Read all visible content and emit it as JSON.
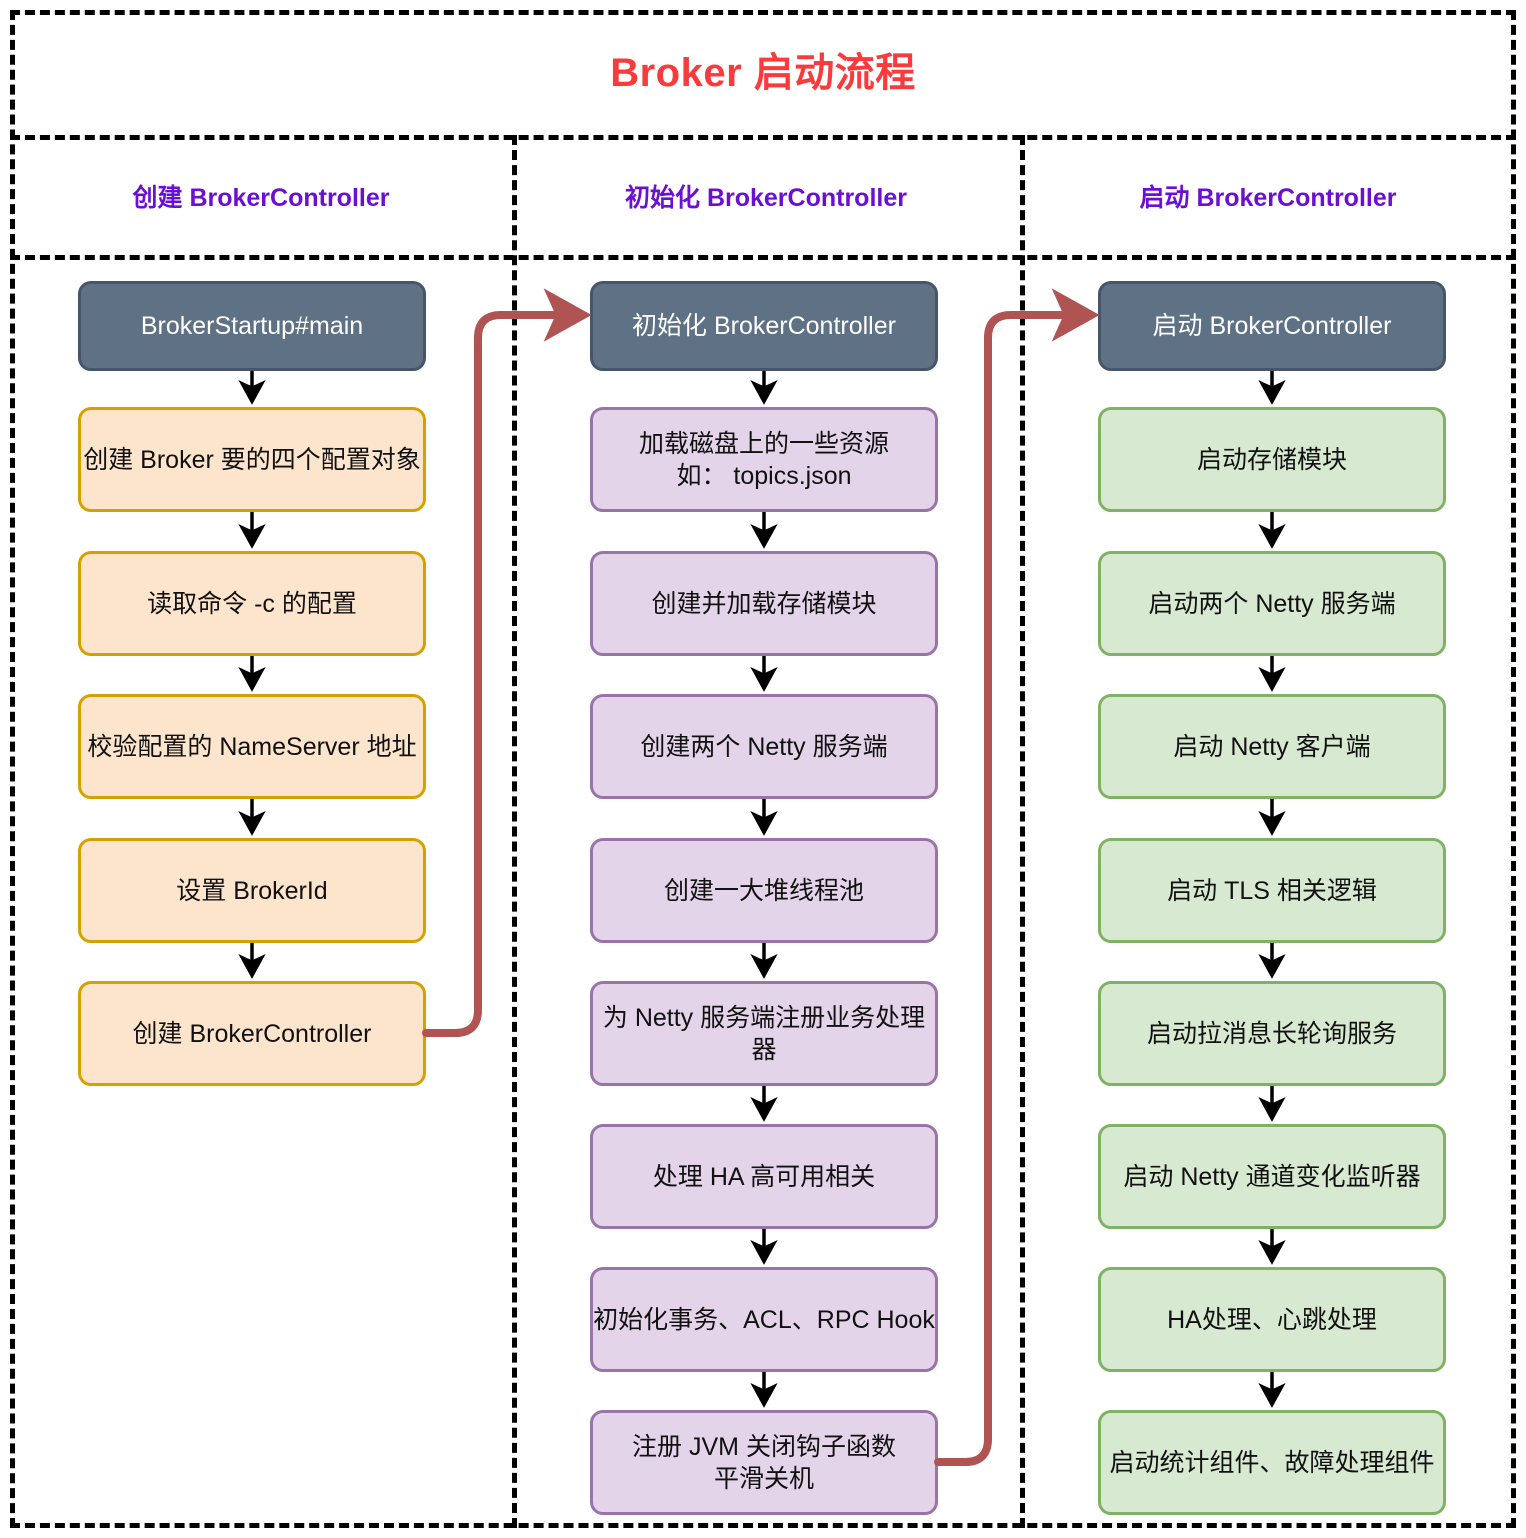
{
  "diagram": {
    "title": "Broker 启动流程",
    "title_color": "#FB3B3B",
    "lane_label_color": "#6C0FD4",
    "frame_style": "dashed",
    "lanes": [
      {
        "id": "lane-create",
        "header": "创建 BrokerController",
        "header_node": {
          "label": "BrokerStartup#main",
          "kind": "dark"
        },
        "accent_fill": "#FCE5CC",
        "accent_border": "#D6A100",
        "steps": [
          {
            "label": "创建 Broker 要的四个配置对象",
            "kind": "orange"
          },
          {
            "label": "读取命令 -c 的配置",
            "kind": "orange"
          },
          {
            "label": "校验配置的 NameServer 地址",
            "kind": "orange"
          },
          {
            "label": "设置 BrokerId",
            "kind": "orange"
          },
          {
            "label": "创建 BrokerController",
            "kind": "orange"
          }
        ]
      },
      {
        "id": "lane-init",
        "header": "初始化 BrokerController",
        "header_node": {
          "label": "初始化 BrokerController",
          "kind": "dark"
        },
        "accent_fill": "#E3D4EA",
        "accent_border": "#9A73A8",
        "steps": [
          {
            "label": "加载磁盘上的一些资源\n如： topics.json",
            "kind": "purple"
          },
          {
            "label": "创建并加载存储模块",
            "kind": "purple"
          },
          {
            "label": "创建两个 Netty 服务端",
            "kind": "purple"
          },
          {
            "label": "创建一大堆线程池",
            "kind": "purple"
          },
          {
            "label": "为 Netty 服务端注册业务处理器",
            "kind": "purple"
          },
          {
            "label": "处理 HA 高可用相关",
            "kind": "purple"
          },
          {
            "label": "初始化事务、ACL、RPC Hook",
            "kind": "purple"
          },
          {
            "label": "注册 JVM 关闭钩子函数\n平滑关机",
            "kind": "purple"
          }
        ]
      },
      {
        "id": "lane-start",
        "header": "启动 BrokerController",
        "header_node": {
          "label": "启动 BrokerController",
          "kind": "dark"
        },
        "accent_fill": "#D8E9D2",
        "accent_border": "#7FB265",
        "steps": [
          {
            "label": "启动存储模块",
            "kind": "green"
          },
          {
            "label": "启动两个 Netty 服务端",
            "kind": "green"
          },
          {
            "label": "启动 Netty 客户端",
            "kind": "green"
          },
          {
            "label": "启动 TLS 相关逻辑",
            "kind": "green"
          },
          {
            "label": "启动拉消息长轮询服务",
            "kind": "green"
          },
          {
            "label": "启动 Netty 通道变化监听器",
            "kind": "green"
          },
          {
            "label": "HA处理、心跳处理",
            "kind": "green"
          },
          {
            "label": "启动统计组件、故障处理组件",
            "kind": "green"
          }
        ]
      }
    ],
    "cross_lane_connectors": [
      {
        "from": "创建 BrokerController",
        "to": "初始化 BrokerController",
        "color": "#B05353"
      },
      {
        "from": "注册 JVM 关闭钩子函数 平滑关机",
        "to": "启动 BrokerController",
        "color": "#B05353"
      }
    ],
    "arrow_color": "#000000"
  }
}
